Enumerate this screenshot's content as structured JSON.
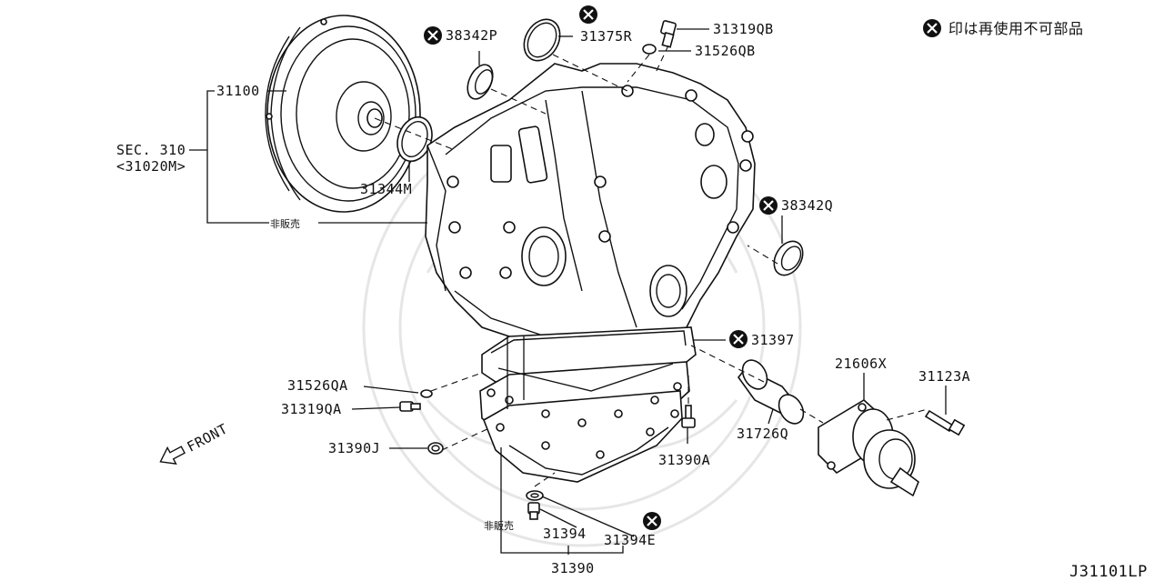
{
  "legend_text": "印は再使用不可部品",
  "legend_icon": "x-circle-icon",
  "diagram_id": "J31101LP",
  "not_for_sale_note": "非販売",
  "labels": {
    "p31100": "31100",
    "sec310": "SEC. 310",
    "sec310_sub": "<31020M>",
    "p31344M": "31344M",
    "p38342P": "38342P",
    "p31375R": "31375R",
    "p31319QB": "31319QB",
    "p31526QB": "31526QB",
    "p38342Q": "38342Q",
    "p31397": "31397",
    "p21606X": "21606X",
    "p31123A": "31123A",
    "p31726Q": "31726Q",
    "p31390A": "31390A",
    "p31526QA": "31526QA",
    "p31319QA": "31319QA",
    "p31390J": "31390J",
    "p31394": "31394",
    "p31394E": "31394E",
    "p31390": "31390",
    "front": "FRONT"
  },
  "colors": {
    "ink": "#111111",
    "background": "#ffffff",
    "watermark": "#e6e6e6"
  }
}
